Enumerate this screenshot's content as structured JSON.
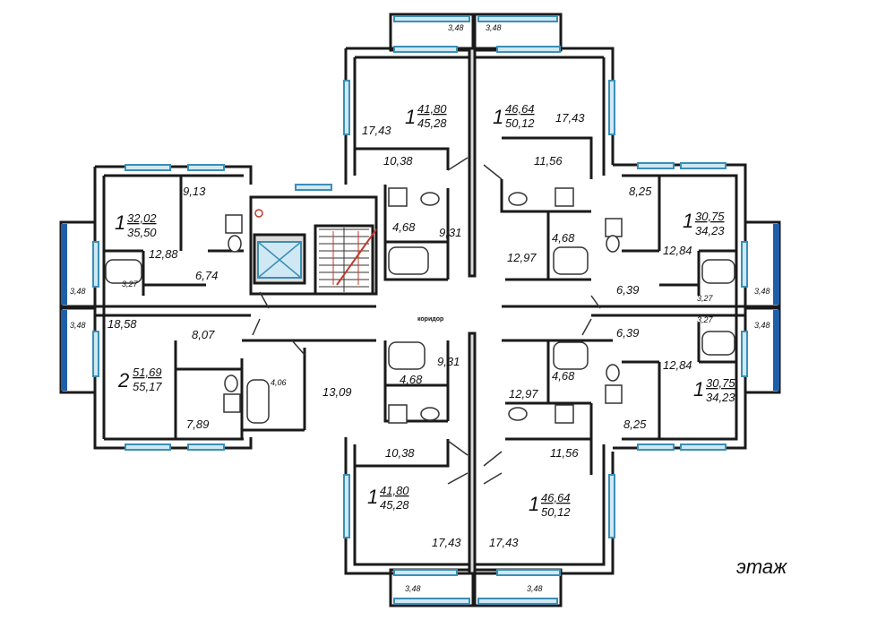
{
  "floor_label": "этаж",
  "corridor_label": "коридор",
  "balcony_area": "3,48",
  "apartments": [
    {
      "id": "top-left",
      "rooms": "1",
      "living": "41,80",
      "total": "45,28"
    },
    {
      "id": "top-right",
      "rooms": "1",
      "living": "46,64",
      "total": "50,12"
    },
    {
      "id": "left-upper",
      "rooms": "1",
      "living": "32,02",
      "total": "35,50"
    },
    {
      "id": "left-lower",
      "rooms": "2",
      "living": "51,69",
      "total": "55,17"
    },
    {
      "id": "right-upper",
      "rooms": "1",
      "living": "30,75",
      "total": "34,23"
    },
    {
      "id": "right-lower",
      "rooms": "1",
      "living": "30,75",
      "total": "34,23"
    },
    {
      "id": "bottom-left",
      "rooms": "1",
      "living": "41,80",
      "total": "45,28"
    },
    {
      "id": "bottom-right",
      "rooms": "1",
      "living": "46,64",
      "total": "50,12"
    }
  ],
  "room_areas": {
    "tl_living": "17,43",
    "tl_kitchen": "10,38",
    "tl_bath": "4,68",
    "tl_hall": "9,31",
    "tr_living": "17,43",
    "tr_kitchen": "11,56",
    "tr_bath": "4,68",
    "tr_hall": "12,97",
    "lu_kitchen": "9,13",
    "lu_living": "12,88",
    "lu_hall": "6,74",
    "lu_bath": "3,27",
    "ll_living": "18,58",
    "ll_hall": "8,07",
    "ll_bath": "4,06",
    "ll_room": "13,09",
    "ll_kitchen": "7,89",
    "ru_kitchen": "8,25",
    "ru_living": "12,84",
    "ru_hall": "6,39",
    "ru_bath": "3,27",
    "rl_hall": "6,39",
    "rl_bath": "3,27",
    "rl_living": "12,84",
    "rl_kitchen": "8,25",
    "bl_bath": "4,68",
    "bl_hall": "9,31",
    "bl_kitchen": "10,38",
    "bl_living": "17,43",
    "br_bath": "4,68",
    "br_hall": "12,97",
    "br_kitchen": "11,56",
    "br_living": "17,43"
  }
}
